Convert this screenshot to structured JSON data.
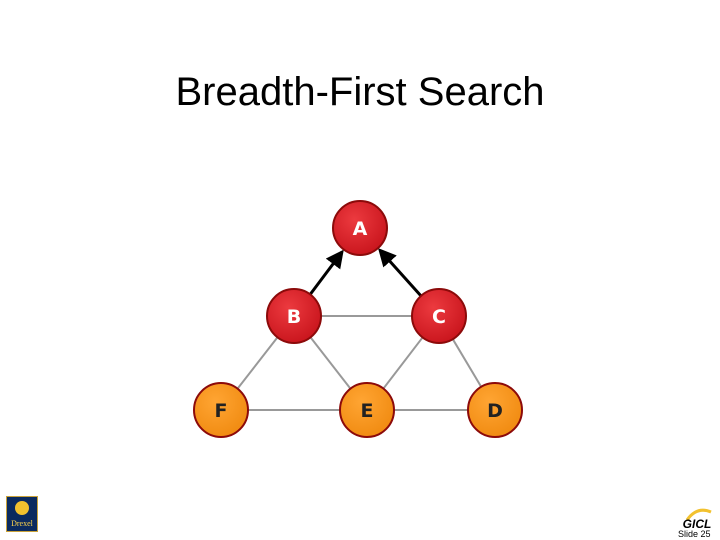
{
  "slide": {
    "title": "Breadth-First Search",
    "footer": "Slide 25"
  },
  "graph": {
    "nodes": [
      {
        "id": "A",
        "label": "A",
        "color": "#d91f26"
      },
      {
        "id": "B",
        "label": "B",
        "color": "#d91f26"
      },
      {
        "id": "C",
        "label": "C",
        "color": "#d91f26"
      },
      {
        "id": "F",
        "label": "F",
        "color": "#f7941d"
      },
      {
        "id": "E",
        "label": "E",
        "color": "#f7941d"
      },
      {
        "id": "D",
        "label": "D",
        "color": "#f7941d"
      }
    ],
    "edges": [
      {
        "from": "B",
        "to": "A",
        "directed": true
      },
      {
        "from": "C",
        "to": "A",
        "directed": true
      },
      {
        "from": "B",
        "to": "C",
        "directed": false
      },
      {
        "from": "B",
        "to": "F",
        "directed": false
      },
      {
        "from": "B",
        "to": "E",
        "directed": false
      },
      {
        "from": "C",
        "to": "E",
        "directed": false
      },
      {
        "from": "C",
        "to": "D",
        "directed": false
      },
      {
        "from": "F",
        "to": "E",
        "directed": false
      },
      {
        "from": "E",
        "to": "D",
        "directed": false
      }
    ]
  },
  "logos": {
    "left_text": "Drexel",
    "right_text": "GICL"
  }
}
